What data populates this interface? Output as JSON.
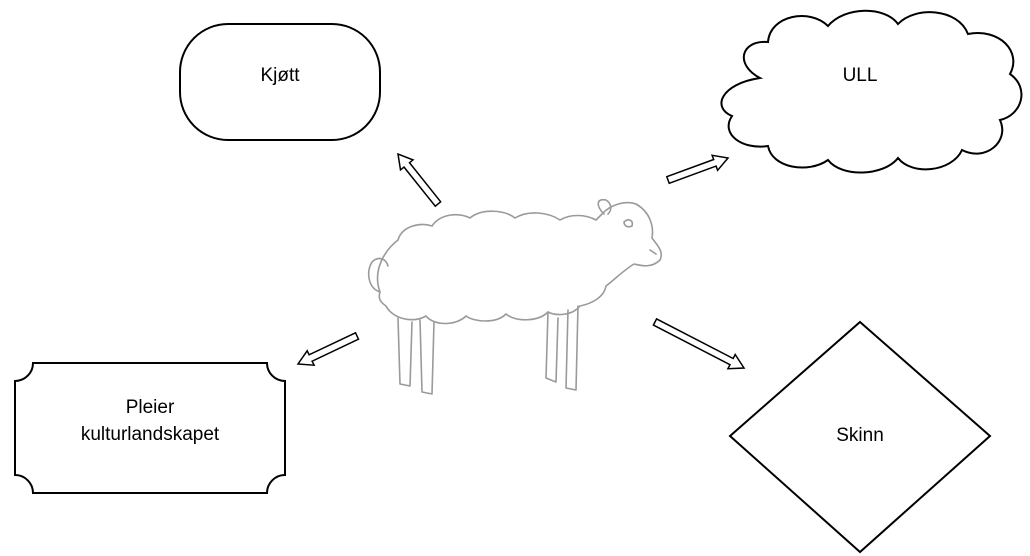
{
  "nodes": {
    "kjott": "Kjøtt",
    "ull": "ULL",
    "pleier": [
      "Pleier",
      "kulturlandskapet"
    ],
    "skinn": "Skinn"
  },
  "center": {
    "icon": "sheep-outline"
  },
  "edges": [
    {
      "from": "center",
      "to": "kjott"
    },
    {
      "from": "center",
      "to": "ull"
    },
    {
      "from": "center",
      "to": "pleier"
    },
    {
      "from": "center",
      "to": "skinn"
    }
  ],
  "colors": {
    "stroke": "#000000",
    "sheep_stroke": "#9a9a9a",
    "background": "#ffffff"
  }
}
